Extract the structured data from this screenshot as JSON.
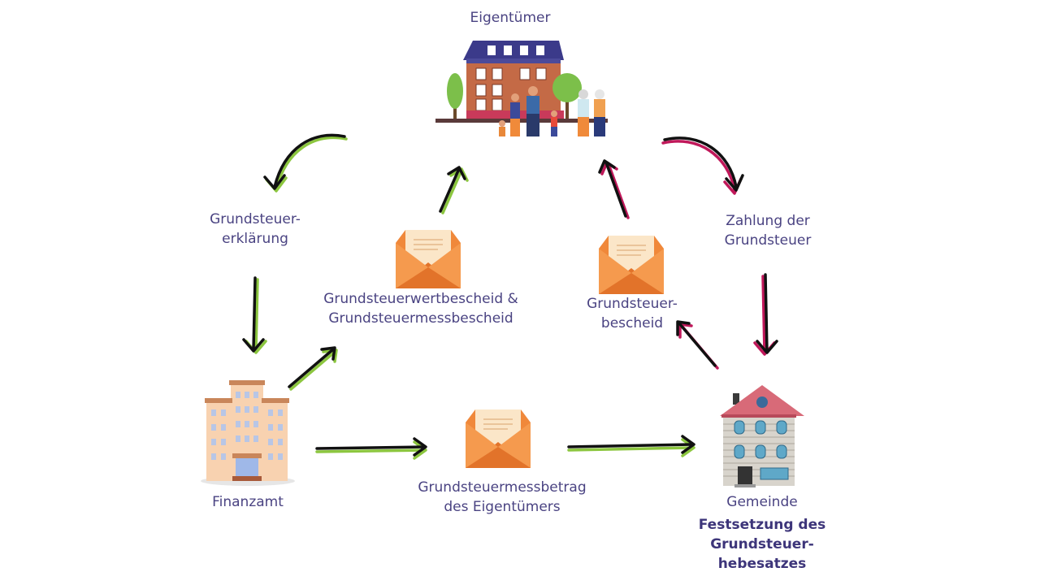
{
  "nodes": {
    "owner": {
      "label": "Eigentümer",
      "icon": "house-with-family-icon"
    },
    "declaration": {
      "line1": "Grundsteuer-",
      "line2": "erklärung"
    },
    "assessment_notice": {
      "line1": "Grundsteuerwertbescheid &",
      "line2": "Grundsteuermessbescheid",
      "icon": "envelope-letter-icon"
    },
    "tax_notice": {
      "line1": "Grundsteuer-",
      "line2": "bescheid",
      "icon": "envelope-letter-icon"
    },
    "payment": {
      "line1": "Zahlung der",
      "line2": "Grundsteuer"
    },
    "tax_office": {
      "label": "Finanzamt",
      "icon": "office-building-icon"
    },
    "base_amount": {
      "line1": "Grundsteuermessbetrag",
      "line2": "des Eigentümers",
      "icon": "envelope-letter-icon"
    },
    "municipality": {
      "label": "Gemeinde",
      "icon": "town-house-icon",
      "note_line1": "Festsetzung des",
      "note_line2": "Grundsteuer-",
      "note_line3": "hebesatzes"
    }
  },
  "colors": {
    "text": "#4a4382",
    "arrow": "#111111",
    "green_accent": "#8cc63f",
    "red_accent": "#c0185a",
    "envelope": "#f0883a",
    "envelope_flap": "#e2732a",
    "letter": "#fbe6c8"
  }
}
